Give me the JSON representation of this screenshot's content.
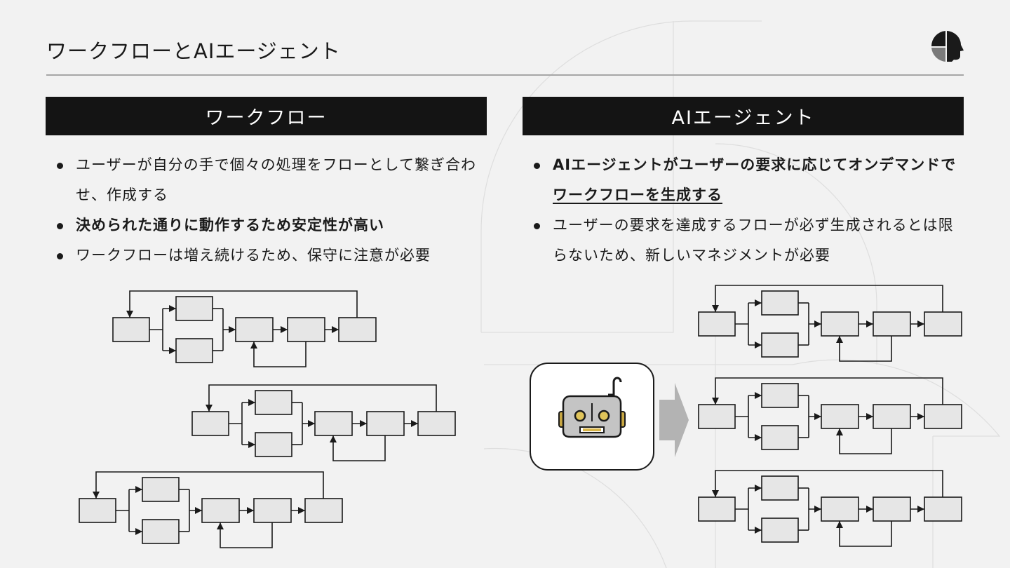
{
  "slide": {
    "title": "ワークフローとAIエージェント",
    "logo_icon": "brand-logo-icon"
  },
  "columns": {
    "left": {
      "header": "ワークフロー",
      "bullets": [
        {
          "text": "ユーザーが自分の手で個々の処理をフローとして繋ぎ合わせ、作成する"
        },
        {
          "text": "決められた通りに動作するため安定性が高い"
        },
        {
          "text": "ワークフローは増え続けるため、保守に注意が必要"
        }
      ]
    },
    "right": {
      "header": "AIエージェント",
      "bullets": [
        {
          "text_a": "AIエージェントがユーザーの要求に応じてオンデマンドで",
          "text_b": "ワークフローを生成する"
        },
        {
          "text": "ユーザーの要求を達成するフローが必ず生成されるとは限らないため、新しいマネジメントが必要"
        }
      ],
      "robot_icon": "robot-icon",
      "arrow_icon": "right-arrow-icon"
    }
  },
  "colors": {
    "header_bg": "#141414",
    "node_fill": "#e6e6e6",
    "stroke": "#1a1a1a",
    "arrow_gray": "#b3b3b3",
    "background": "#f2f2f2"
  }
}
